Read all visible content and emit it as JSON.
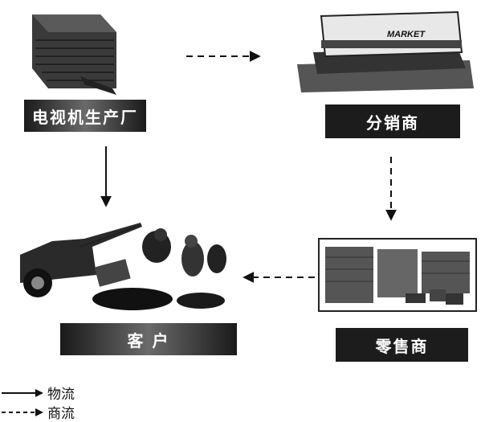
{
  "nodes": {
    "factory": "电视机生产厂",
    "distributor": "分销商",
    "retailer": "零售商",
    "customer": "客 户"
  },
  "store_sign": "MARKET",
  "legend": {
    "physical_flow": "物流",
    "commercial_flow": "商流"
  }
}
